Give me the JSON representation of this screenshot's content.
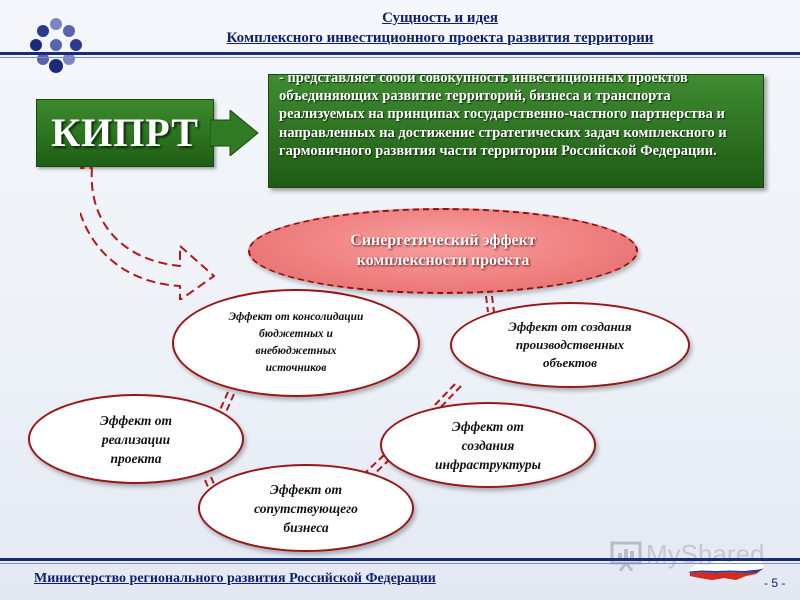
{
  "header": {
    "title_line1": "Сущность и идея",
    "title_line2": "Комплексного инвестиционного проекта развития территории"
  },
  "kiprt": {
    "label": "КИПРТ",
    "definition": "- представляет собой совокупность инвестиционных проектов объединяющих развитие территорий, бизнеса и транспорта реализуемых на принципах государственно-частного партнерства и направленных на достижение стратегических задач комплексного и гармоничного развития части территории Российской Федерации."
  },
  "synergy": {
    "line1": "Синергетический эффект",
    "line2": "комплексности проекта"
  },
  "effects": {
    "consolidation": [
      "Эффект от консолидации",
      "бюджетных и",
      "внебюджетных",
      "источников"
    ],
    "production": [
      "Эффект от создания",
      "производственных",
      "объектов"
    ],
    "realization": [
      "Эффект от",
      "реализации",
      "проекта"
    ],
    "infrastructure": [
      "Эффект от",
      "создания",
      "инфраструктуры"
    ],
    "business": [
      "Эффект от",
      "сопутствующего",
      "бизнеса"
    ]
  },
  "footer": {
    "ministry": "Министерство регионального развития Российской Федерации",
    "page": "- 5 -"
  },
  "watermark": {
    "text": "MyShared"
  },
  "colors": {
    "navy": "#0f1f6e",
    "green": "#2e7322",
    "red_border": "#9a1515",
    "synergy_fill": "#ef8080"
  }
}
